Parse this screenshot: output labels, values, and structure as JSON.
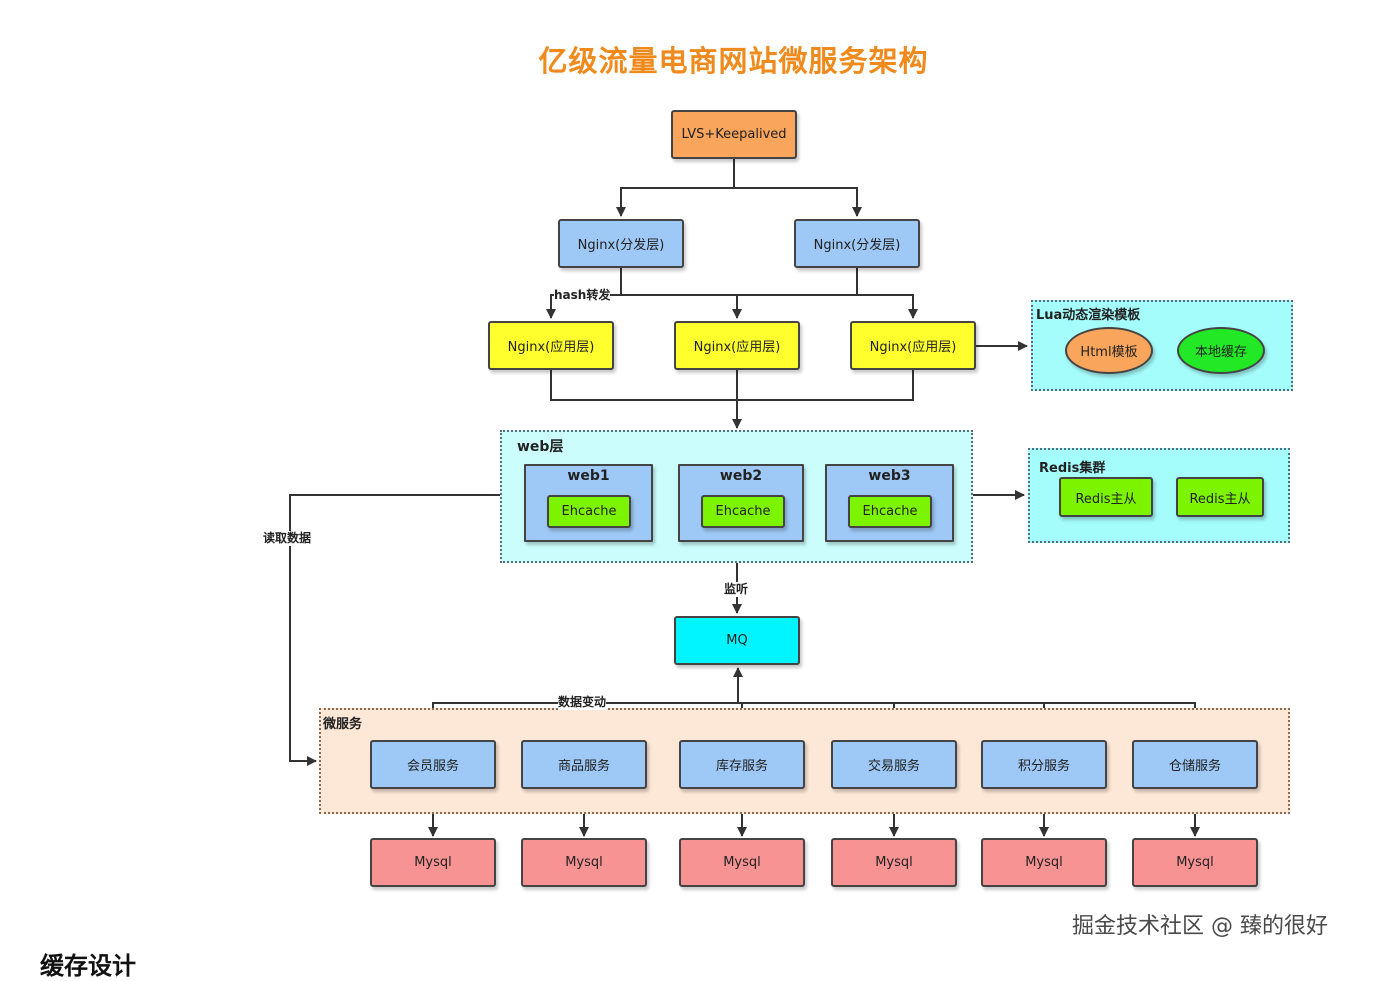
{
  "title": "亿级流量电商网站微服务架构",
  "nodes": {
    "lvs": "LVS+Keepalived",
    "nginx_dispatch_1": "Nginx(分发层)",
    "nginx_dispatch_2": "Nginx(分发层)",
    "nginx_app_1": "Nginx(应用层)",
    "nginx_app_2": "Nginx(应用层)",
    "nginx_app_3": "Nginx(应用层)",
    "mq": "MQ"
  },
  "lua_group": {
    "label": "Lua动态渲染模板",
    "html_template": "Html模板",
    "local_cache": "本地缓存"
  },
  "web_layer": {
    "label": "web层",
    "servers": [
      {
        "name": "web1",
        "cache": "Ehcache"
      },
      {
        "name": "web2",
        "cache": "Ehcache"
      },
      {
        "name": "web3",
        "cache": "Ehcache"
      }
    ]
  },
  "redis_group": {
    "label": "Redis集群",
    "nodes": [
      "Redis主从",
      "Redis主从"
    ]
  },
  "microservices": {
    "label": "微服务",
    "services": [
      "会员服务",
      "商品服务",
      "库存服务",
      "交易服务",
      "积分服务",
      "仓储服务"
    ],
    "databases": [
      "Mysql",
      "Mysql",
      "Mysql",
      "Mysql",
      "Mysql",
      "Mysql"
    ]
  },
  "edge_labels": {
    "hash": "hash转发",
    "read": "读取数据",
    "listen": "监听",
    "change": "数据变动"
  },
  "watermark": "掘金技术社区 @ 臻的很好",
  "bottom_text": "缓存设计"
}
